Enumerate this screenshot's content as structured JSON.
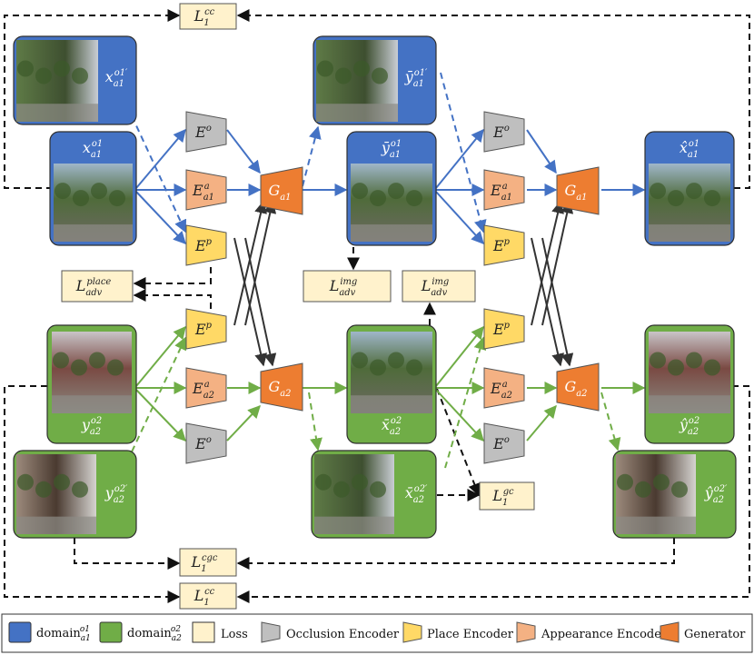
{
  "colors": {
    "domain_a1": "#4472c4",
    "domain_a2": "#70ad47",
    "loss": "#fff2cc",
    "occlusion_encoder": "#bfbfbf",
    "place_encoder": "#ffd966",
    "appearance_encoder": "#f4b183",
    "generator": "#ed7d31"
  },
  "images": {
    "x_a1_o1_prime": {
      "base": "x",
      "sup": "o1′",
      "sub": "a1"
    },
    "x_a1_o1": {
      "base": "x",
      "sup": "o1",
      "sub": "a1"
    },
    "y_a2_o2": {
      "base": "y",
      "sup": "o2",
      "sub": "a2"
    },
    "y_a2_o2_prime": {
      "base": "y",
      "sup": "o2′",
      "sub": "a2"
    },
    "ybar_a1_o1_prime": {
      "base": "ȳ",
      "sup": "o1′",
      "sub": "a1"
    },
    "ybar_a1_o1": {
      "base": "ȳ",
      "sup": "o1",
      "sub": "a1"
    },
    "xbar_a2_o2": {
      "base": "x̄",
      "sup": "o2",
      "sub": "a2"
    },
    "xbar_a2_o2_prime": {
      "base": "x̄",
      "sup": "o2′",
      "sub": "a2"
    },
    "xhat_a1_o1": {
      "base": "x̂",
      "sup": "o1",
      "sub": "a1"
    },
    "yhat_a2_o2": {
      "base": "ŷ",
      "sup": "o2",
      "sub": "a2"
    },
    "yhat_a2_o2_prime": {
      "base": "ŷ",
      "sup": "o2′",
      "sub": "a2"
    }
  },
  "encoders": {
    "occlusion": {
      "base": "E",
      "sup": "o"
    },
    "place": {
      "base": "E",
      "sup": "p"
    },
    "appearance_a1": {
      "base": "E",
      "sup": "a",
      "sub": "a1"
    },
    "appearance_a2": {
      "base": "E",
      "sup": "a",
      "sub": "a2"
    }
  },
  "generators": {
    "g_a1": {
      "base": "G",
      "sub": "a1"
    },
    "g_a2": {
      "base": "G",
      "sub": "a2"
    }
  },
  "losses": {
    "cc_top": {
      "base": "L",
      "sup": "cc",
      "sub": "1"
    },
    "place_adv": {
      "base": "L",
      "sup": "place",
      "sub": "adv"
    },
    "img_adv_1": {
      "base": "L",
      "sup": "img",
      "sub": "adv"
    },
    "img_adv_2": {
      "base": "L",
      "sup": "img",
      "sub": "adv"
    },
    "gc": {
      "base": "L",
      "sup": "gc",
      "sub": "1"
    },
    "cgc": {
      "base": "L",
      "sup": "cgc",
      "sub": "1"
    },
    "cc_bottom": {
      "base": "L",
      "sup": "cc",
      "sub": "1"
    }
  },
  "legend": {
    "domain_a1": {
      "base": "domain",
      "sup": "o1",
      "sub": "a1"
    },
    "domain_a2": {
      "base": "domain",
      "sup": "o2",
      "sub": "a2"
    },
    "loss": "Loss",
    "occlusion_encoder": "Occlusion Encoder",
    "place_encoder": "Place Encoder",
    "appearance_encoder": "Appearance Encoder",
    "generator": "Generator"
  }
}
